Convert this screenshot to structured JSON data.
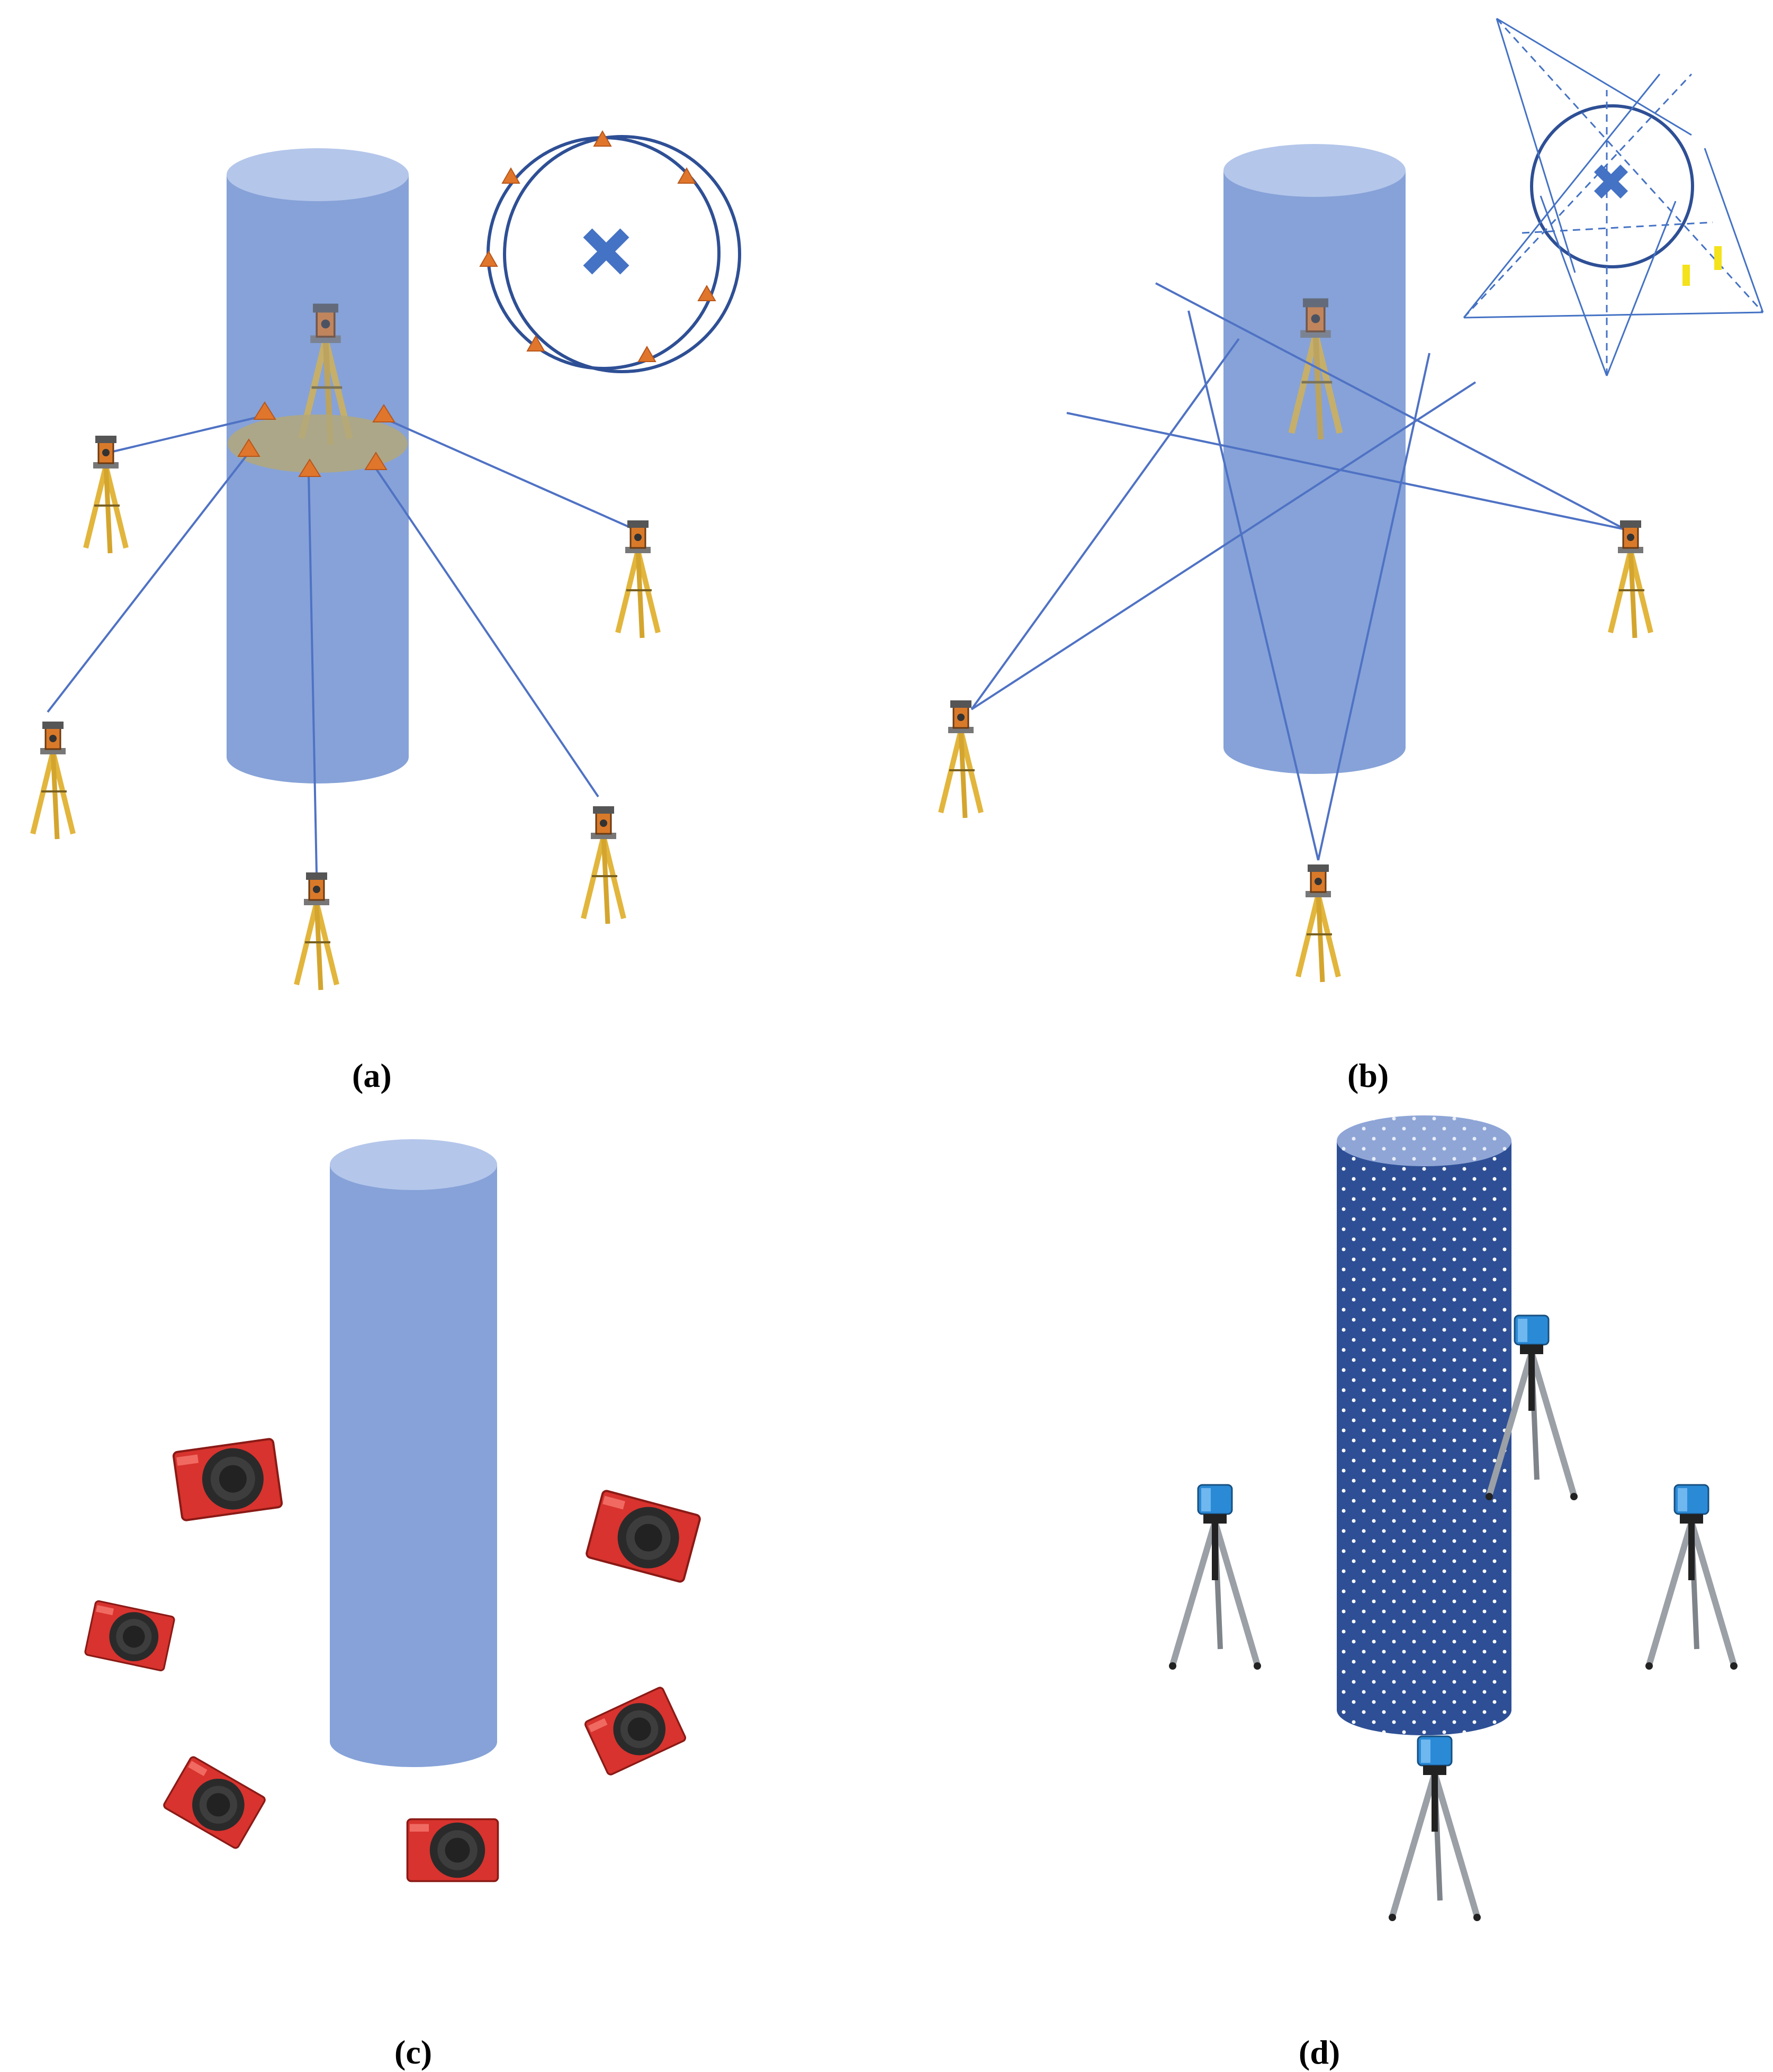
{
  "panels": [
    {
      "id": "a",
      "caption": "(a)"
    },
    {
      "id": "b",
      "caption": "(b)"
    },
    {
      "id": "c",
      "caption": "(c)"
    },
    {
      "id": "d",
      "caption": "(d)"
    }
  ],
  "colors": {
    "cylinder": "#86a2d8",
    "cylinder_top": "#b4c6ea",
    "sight_line": "#4f72c4",
    "circle": "#2e4f95",
    "center_mark": "#4472c4",
    "target": "#e0762c",
    "ring": "#b3a87a",
    "tripod_leg": "#e2b53c",
    "camera_body": "#d8332e",
    "dotted_cylinder": "#2e4f95",
    "scanner_head": "#2a8ad6"
  },
  "icons": [
    "total-station-icon",
    "camera-icon",
    "laser-scanner-icon",
    "target-triangle-icon",
    "center-cross-icon"
  ]
}
